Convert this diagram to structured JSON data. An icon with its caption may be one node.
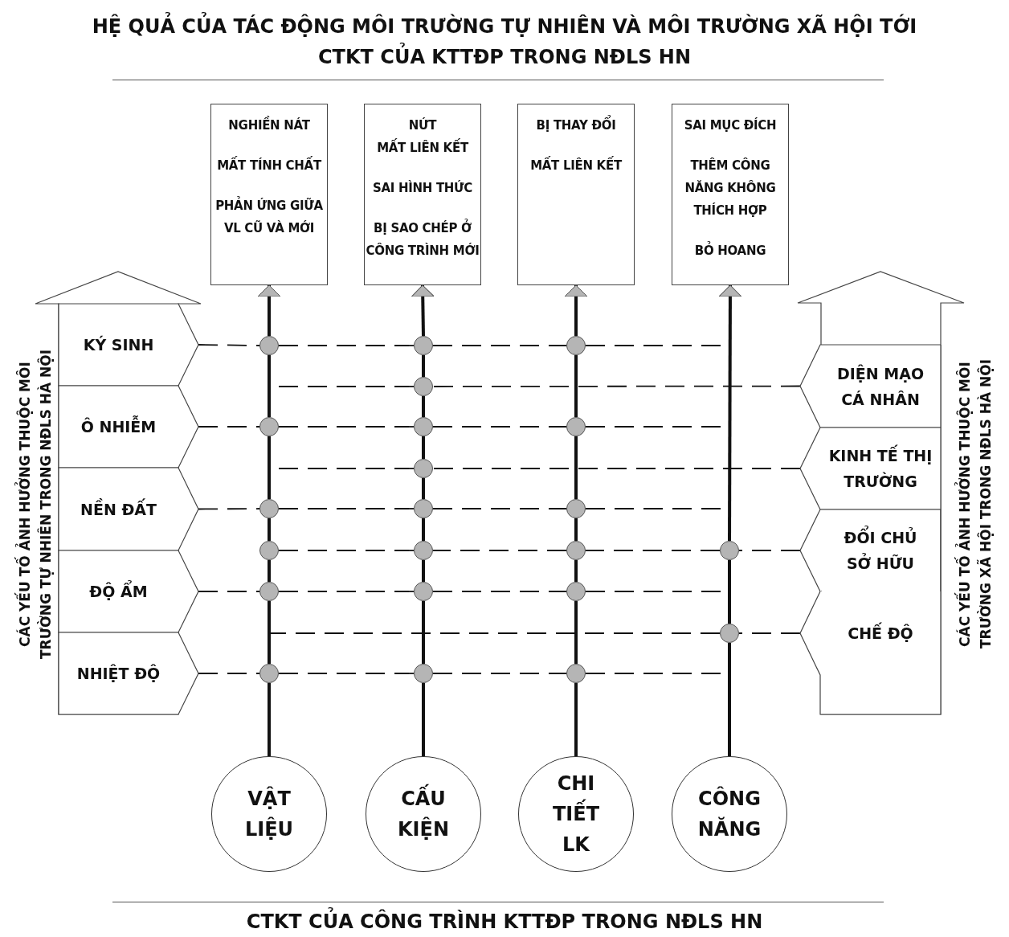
{
  "diagram": {
    "title": "HỆ QUẢ CỦA TÁC ĐỘNG MÔI TRƯỜNG TỰ NHIÊN VÀ MÔI TRƯỜNG XÃ HỘI TỚI CTKT CỦA KTTĐP TRONG NĐLS HN",
    "caption": "CTKT CỦA CÔNG TRÌNH KTTĐP TRONG NĐLS HN",
    "nodes": [
      {
        "text": [
          "NGHIỀN NÁT",
          "MẤT TÍNH CHẤT",
          "PHẢN ỨNG GIỮA VL CŨ VÀ MỚI"
        ]
      },
      {
        "text": [
          "NỨT",
          "MẤT LIÊN KẾT",
          "SAI HÌNH THỨC",
          "BỊ SAO CHÉP Ở CÔNG TRÌNH MỚI"
        ]
      },
      {
        "text": [
          "BỊ THAY ĐỔI",
          "MẤT LIÊN KẾT"
        ]
      },
      {
        "text": [
          "SAI MỤC ĐÍCH",
          "THÊM CÔNG NĂNG KHÔNG THÍCH HỢP",
          "BỎ HOANG"
        ]
      },
      {
        "text": [
          "CÁC YẾU TỐ ẢNH HƯỞNG THUỘC MÔI TRƯỜNG TỰ NHIÊN TRONG NĐLS HÀ NỘI"
        ]
      },
      {
        "text": [
          "KÝ SINH"
        ],
        "in": 4
      },
      {
        "text": [
          "Ô NHIỄM"
        ],
        "in": 4
      },
      {
        "text": [
          "NỀN ĐẤT"
        ],
        "in": 4
      },
      {
        "text": [
          "ĐỘ ẨM"
        ],
        "in": 4
      },
      {
        "text": [
          "NHIỆT ĐỘ"
        ],
        "in": 4
      },
      {
        "text": [
          "CÁC YẾU TỐ ẢNH HƯỞNG THUỘC MÔI TRƯỜNG XÃ HỘI TRONG NĐLS HÀ NỘI"
        ]
      },
      {
        "text": [
          "DIỆN MẠO CÁ NHÂN"
        ],
        "in": 10
      },
      {
        "text": [
          "KINH TẾ THỊ TRƯỜNG"
        ],
        "in": 10
      },
      {
        "text": [
          "ĐỔI CHỦ SỞ HỮU"
        ],
        "in": 10
      },
      {
        "text": [
          "CHẾ ĐỘ"
        ],
        "in": 10
      },
      {
        "text": [],
        "shape": "circle"
      },
      {
        "text": [],
        "shape": "circle"
      },
      {
        "text": [],
        "shape": "circle"
      },
      {
        "text": [],
        "shape": "circle"
      },
      {
        "text": [],
        "shape": "circle"
      },
      {
        "text": [],
        "shape": "circle"
      },
      {
        "text": [],
        "shape": "circle"
      },
      {
        "text": [],
        "shape": "circle"
      },
      {
        "text": [],
        "shape": "circle"
      },
      {
        "text": [],
        "shape": "circle"
      },
      {
        "text": [],
        "shape": "circle"
      },
      {
        "text": [],
        "shape": "circle"
      },
      {
        "text": [],
        "shape": "circle"
      },
      {
        "text": [],
        "shape": "circle"
      },
      {
        "text": [],
        "shape": "circle"
      },
      {
        "text": [],
        "shape": "circle"
      },
      {
        "text": [],
        "shape": "circle"
      },
      {
        "text": [],
        "shape": "circle"
      },
      {
        "text": [],
        "shape": "circle"
      },
      {
        "text": [],
        "shape": "circle"
      },
      {
        "text": [],
        "shape": "circle"
      },
      {
        "text": [],
        "shape": "circle"
      },
      {
        "text": [
          "VẬT LIỆU"
        ]
      },
      {
        "text": [
          "CẤU KIỆN"
        ]
      },
      {
        "text": [
          "CHI TIẾT LK"
        ]
      },
      {
        "text": [
          "CÔNG NĂNG"
        ]
      }
    ],
    "edges": [
      {
        "from": 37,
        "to": 34,
        "arrow": "none",
        "style": "thick"
      },
      {
        "from": 34,
        "to": 30,
        "arrow": "none",
        "style": "thick"
      },
      {
        "from": 30,
        "to": 26,
        "arrow": "none",
        "style": "thick"
      },
      {
        "from": 26,
        "to": 23,
        "arrow": "none",
        "style": "thick"
      },
      {
        "from": 23,
        "to": 19,
        "arrow": "none",
        "style": "thick"
      },
      {
        "from": 19,
        "to": 15,
        "arrow": "none",
        "style": "thick"
      },
      {
        "from": 15,
        "to": 0,
        "arrow": "to",
        "style": "thick"
      },
      {
        "from": 38,
        "to": 35,
        "arrow": "none",
        "style": "thick"
      },
      {
        "from": 35,
        "to": 31,
        "arrow": "none",
        "style": "thick"
      },
      {
        "from": 31,
        "to": 27,
        "arrow": "none",
        "style": "thick"
      },
      {
        "from": 27,
        "to": 24,
        "arrow": "none",
        "style": "thick"
      },
      {
        "from": 24,
        "to": 22,
        "arrow": "none",
        "style": "thick"
      },
      {
        "from": 22,
        "to": 20,
        "arrow": "none",
        "style": "thick"
      },
      {
        "from": 20,
        "to": 18,
        "arrow": "none",
        "style": "thick"
      },
      {
        "from": 18,
        "to": 16,
        "arrow": "none",
        "style": "thick"
      },
      {
        "from": 16,
        "to": 1,
        "arrow": "to",
        "style": "thick"
      },
      {
        "from": 39,
        "to": 36,
        "arrow": "none",
        "style": "thick"
      },
      {
        "from": 36,
        "to": 32,
        "arrow": "none",
        "style": "thick"
      },
      {
        "from": 32,
        "to": 28,
        "arrow": "none",
        "style": "thick"
      },
      {
        "from": 28,
        "to": 25,
        "arrow": "none",
        "style": "thick"
      },
      {
        "from": 25,
        "to": 21,
        "arrow": "none",
        "style": "thick"
      },
      {
        "from": 21,
        "to": 17,
        "arrow": "none",
        "style": "thick"
      },
      {
        "from": 17,
        "to": 2,
        "arrow": "to",
        "style": "thick"
      },
      {
        "from": 40,
        "to": 33,
        "arrow": "none",
        "style": "thick"
      },
      {
        "from": 33,
        "to": 29,
        "arrow": "none",
        "style": "thick"
      },
      {
        "from": 29,
        "to": 3,
        "arrow": "to",
        "style": "thick"
      },
      {
        "from": 5,
        "to": 15,
        "arrow": "none",
        "style": "dashed"
      },
      {
        "from": 15,
        "to": 16,
        "arrow": "none",
        "style": "dashed"
      },
      {
        "from": 16,
        "to": 17,
        "arrow": "none",
        "style": "dashed"
      },
      {
        "from": 17,
        "to": null,
        "arrow": "none",
        "style": "dashed"
      },
      {
        "from": 11,
        "to": 18,
        "arrow": "none",
        "style": "dashed"
      },
      {
        "from": 18,
        "to": null,
        "arrow": "none",
        "style": "dashed"
      },
      {
        "from": 6,
        "to": 19,
        "arrow": "none",
        "style": "dashed"
      },
      {
        "from": 19,
        "to": 20,
        "arrow": "none",
        "style": "dashed"
      },
      {
        "from": 20,
        "to": 21,
        "arrow": "none",
        "style": "dashed"
      },
      {
        "from": 21,
        "to": null,
        "arrow": "none",
        "style": "dashed"
      },
      {
        "from": 12,
        "to": 22,
        "arrow": "none",
        "style": "dashed"
      },
      {
        "from": 22,
        "to": null,
        "arrow": "none",
        "style": "dashed"
      },
      {
        "from": 7,
        "to": 23,
        "arrow": "none",
        "style": "dashed"
      },
      {
        "from": 23,
        "to": 24,
        "arrow": "none",
        "style": "dashed"
      },
      {
        "from": 24,
        "to": 25,
        "arrow": "none",
        "style": "dashed"
      },
      {
        "from": 25,
        "to": null,
        "arrow": "none",
        "style": "dashed"
      },
      {
        "from": 13,
        "to": 29,
        "arrow": "none",
        "style": "dashed"
      },
      {
        "from": 29,
        "to": 28,
        "arrow": "none",
        "style": "dashed"
      },
      {
        "from": 28,
        "to": 27,
        "arrow": "none",
        "style": "dashed"
      },
      {
        "from": 27,
        "to": 26,
        "arrow": "none",
        "style": "dashed"
      },
      {
        "from": 8,
        "to": 30,
        "arrow": "none",
        "style": "dashed"
      },
      {
        "from": 30,
        "to": 31,
        "arrow": "none",
        "style": "dashed"
      },
      {
        "from": 31,
        "to": 32,
        "arrow": "none",
        "style": "dashed"
      },
      {
        "from": 32,
        "to": null,
        "arrow": "none",
        "style": "dashed"
      },
      {
        "from": 14,
        "to": 33,
        "arrow": "none",
        "style": "dashed"
      },
      {
        "from": 33,
        "to": null,
        "arrow": "none",
        "style": "dashed"
      },
      {
        "from": 9,
        "to": 34,
        "arrow": "none",
        "style": "dashed"
      },
      {
        "from": 34,
        "to": 35,
        "arrow": "none",
        "style": "dashed"
      },
      {
        "from": 35,
        "to": 36,
        "arrow": "none",
        "style": "dashed"
      },
      {
        "from": 36,
        "to": null,
        "arrow": "none",
        "style": "dashed"
      }
    ]
  }
}
